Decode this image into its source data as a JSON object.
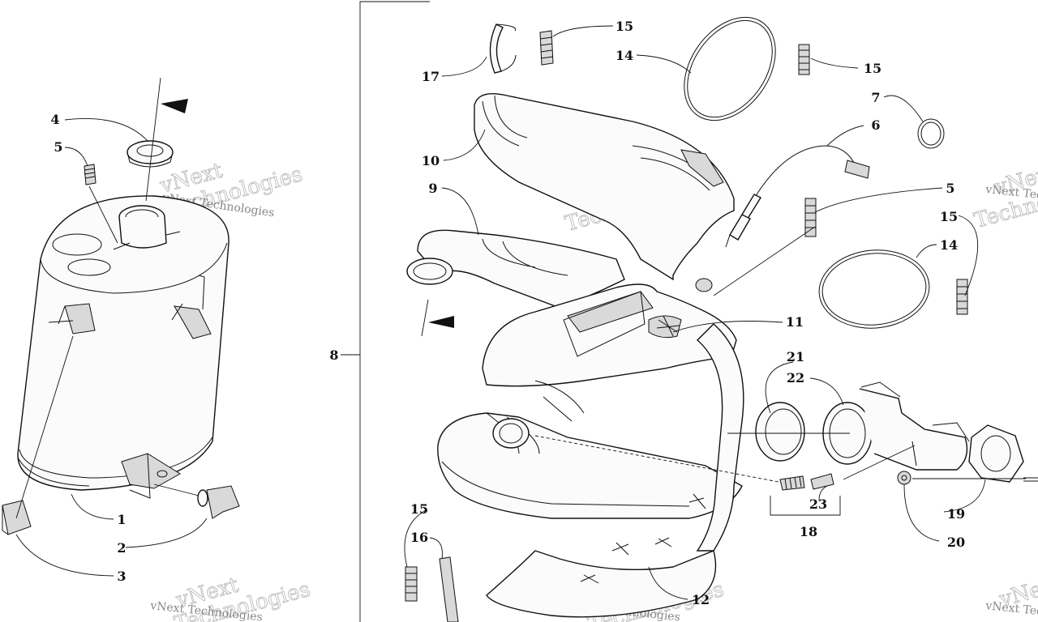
{
  "watermark": {
    "line1": "vNext",
    "line2": "Technologies",
    "small": "vNext Technologies"
  },
  "callouts": {
    "c1": "1",
    "c2": "2",
    "c3": "3",
    "c4": "4",
    "c5a": "5",
    "c5b": "5",
    "c6": "6",
    "c7": "7",
    "c8": "8",
    "c9": "9",
    "c10": "10",
    "c11": "11",
    "c12": "12",
    "c14a": "14",
    "c14b": "14",
    "c15a": "15",
    "c15b": "15",
    "c15c": "15",
    "c15d": "15",
    "c16": "16",
    "c17": "17",
    "c18": "18",
    "c19": "19",
    "c20": "20",
    "c21": "21",
    "c22": "22",
    "c23": "23"
  }
}
